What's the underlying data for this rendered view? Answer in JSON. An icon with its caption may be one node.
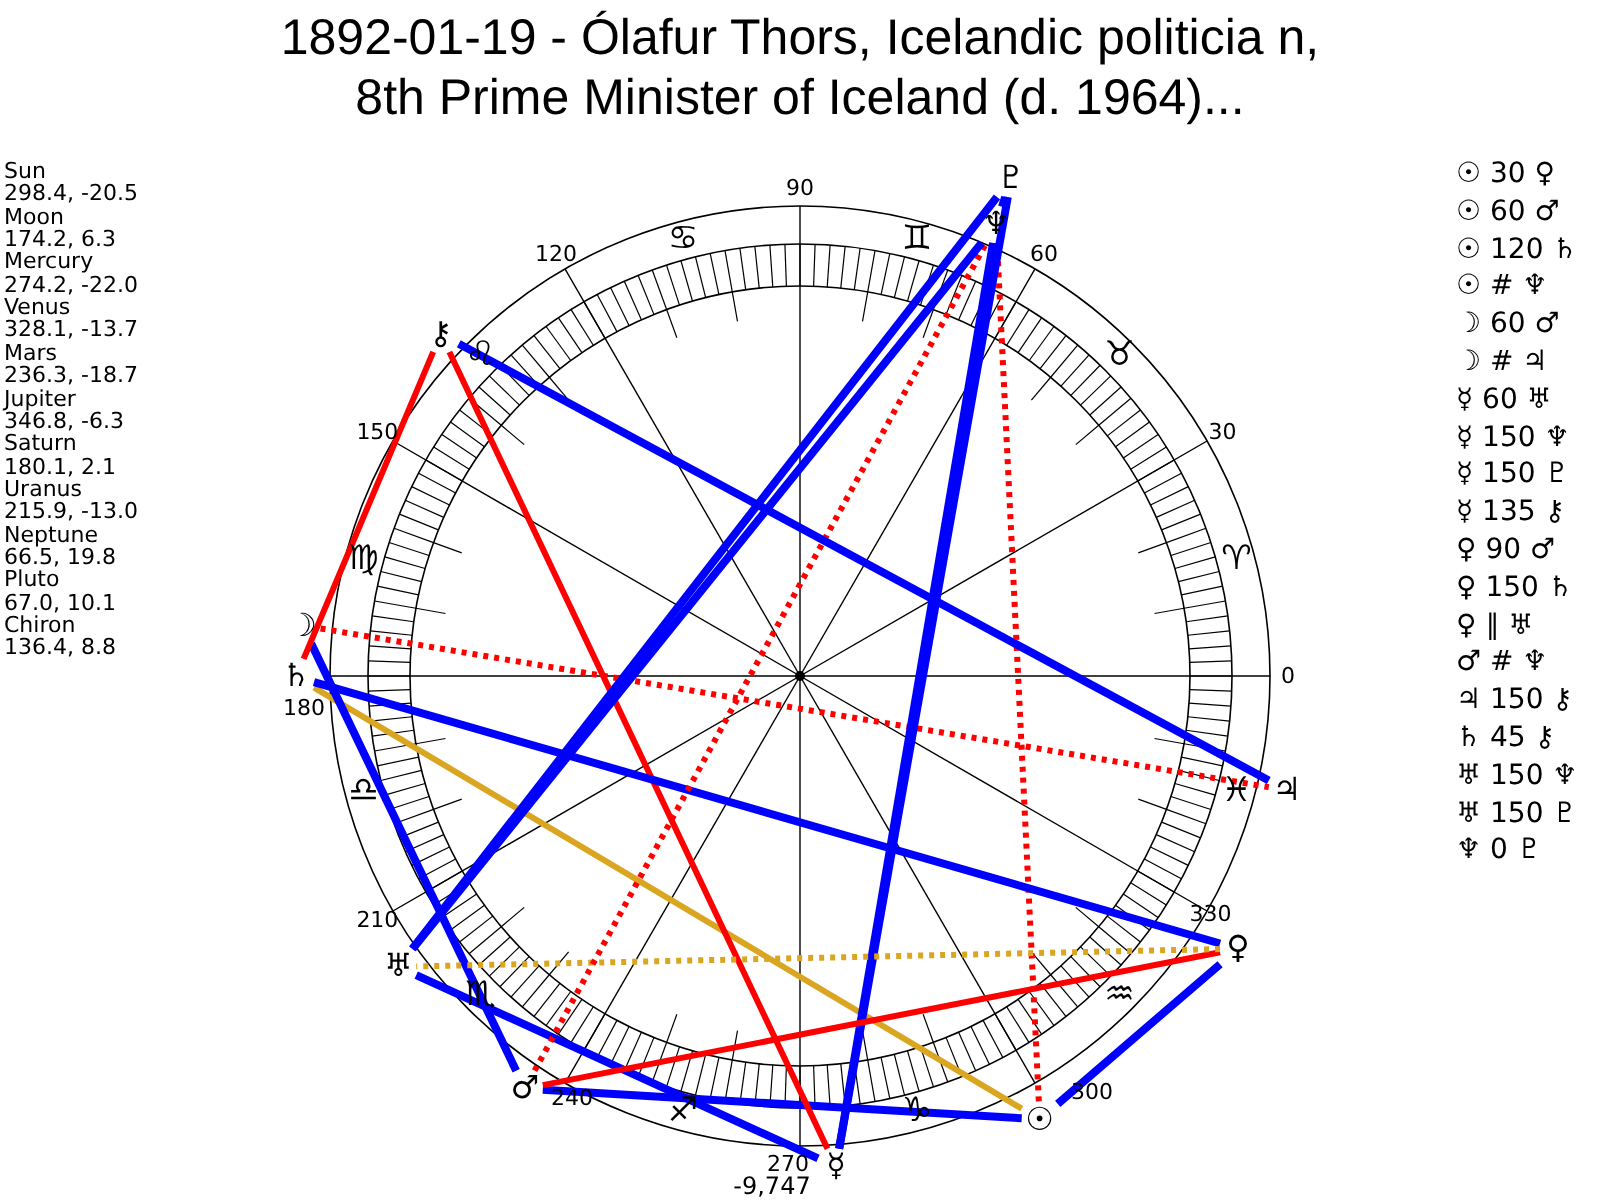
{
  "diagram": {
    "title": "1892-01-19 - Ólafur Thors, Icelandic politicia n, 8th Prime Minister of Iceland (d. 1964)...",
    "nodes": [
      {
        "text": [
          "☉"
        ]
      },
      {
        "text": [
          "☽"
        ]
      },
      {
        "text": [
          "☿"
        ]
      },
      {
        "text": [
          "♀"
        ]
      },
      {
        "text": [
          "♂"
        ]
      },
      {
        "text": [
          "♃"
        ]
      },
      {
        "text": [
          "♄"
        ]
      },
      {
        "text": [
          "♅"
        ]
      },
      {
        "text": [
          "♆"
        ]
      },
      {
        "text": [
          "♇"
        ]
      },
      {
        "text": [
          "⚷"
        ]
      }
    ],
    "edges": [
      {
        "from": 0,
        "to": 3,
        "arrow": "none"
      },
      {
        "from": 0,
        "to": 4,
        "arrow": "none"
      },
      {
        "from": 0,
        "to": 6,
        "arrow": "none",
        "color": "#daa520"
      },
      {
        "from": 0,
        "to": 8,
        "arrow": "none",
        "style": "dashed",
        "color": "#ff0000"
      },
      {
        "from": 1,
        "to": 4,
        "arrow": "none"
      },
      {
        "from": 1,
        "to": 5,
        "arrow": "none",
        "style": "dashed",
        "color": "#ff0000"
      },
      {
        "from": 2,
        "to": 7,
        "arrow": "none"
      },
      {
        "from": 2,
        "to": 8,
        "arrow": "none"
      },
      {
        "from": 2,
        "to": 9,
        "arrow": "none"
      },
      {
        "from": 2,
        "to": 10,
        "arrow": "none",
        "color": "#ff0000"
      },
      {
        "from": 3,
        "to": 4,
        "arrow": "none",
        "color": "#ff0000"
      },
      {
        "from": 3,
        "to": 6,
        "arrow": "none"
      },
      {
        "from": 3,
        "to": 7,
        "arrow": "none",
        "style": "dashed",
        "color": "#daa520"
      },
      {
        "from": 4,
        "to": 8,
        "arrow": "none",
        "style": "dashed",
        "color": "#ff0000"
      },
      {
        "from": 5,
        "to": 10,
        "arrow": "none"
      },
      {
        "from": 6,
        "to": 10,
        "arrow": "none",
        "color": "#ff0000"
      },
      {
        "from": 7,
        "to": 8,
        "arrow": "none"
      },
      {
        "from": 7,
        "to": 9,
        "arrow": "none"
      },
      {
        "from": 8,
        "to": 9,
        "arrow": "none"
      }
    ],
    "labels": [
      "Sun",
      "298.4, -20.5",
      "Moon",
      "174.2, 6.3",
      "Mercury",
      "274.2, -22.0",
      "Venus",
      "328.1, -13.7",
      "Mars",
      "236.3, -18.7",
      "Jupiter",
      "346.8, -6.3",
      "Saturn",
      "180.1, 2.1",
      "Uranus",
      "215.9, -13.0",
      "Neptune",
      "66.5, 19.8",
      "Pluto",
      "67.0, 10.1",
      "Chiron",
      "136.4, 8.8",
      "0",
      "30",
      "60",
      "90",
      "120",
      "150",
      "180",
      "210",
      "240",
      "270",
      "300",
      "330",
      "♈",
      "♉",
      "♊",
      "♋",
      "♌",
      "♍",
      "♎",
      "♏",
      "♐",
      "♑",
      "♒",
      "♓",
      "-9,747",
      "☉ 30 ♀",
      "☉ 60 ♂",
      "☉ 120 ♄",
      "☉ # ♆",
      "☽ 60 ♂",
      "☽ # ♃",
      "☿ 60 ♅",
      "☿ 150 ♆",
      "☿ 150 ♇",
      "☿ 135 ⚷",
      "♀ 90 ♂",
      "♀ 150 ♄",
      "♀ ∥ ♅",
      "♂ # ♆",
      "♃ 150 ⚷",
      "♄ 45 ⚷",
      "♅ 150 ♆",
      "♅ 150 ♇",
      "♆ 0 ♇"
    ]
  }
}
